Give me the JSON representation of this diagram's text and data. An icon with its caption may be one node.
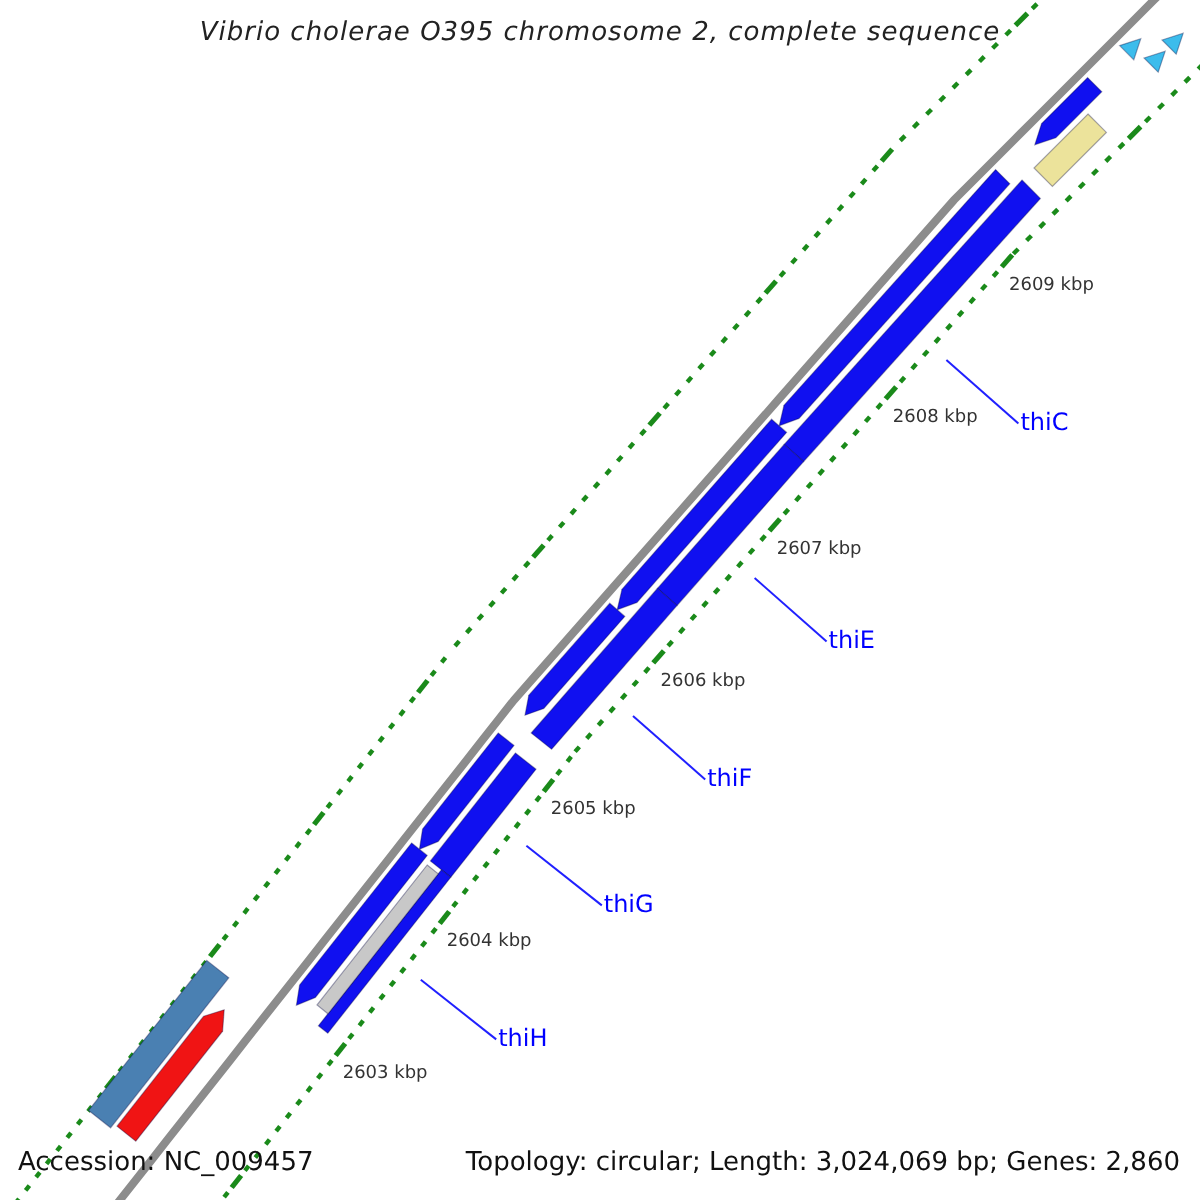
{
  "diagram": {
    "title": "Vibrio cholerae O395 chromosome 2, complete sequence",
    "nodes": [
      {
        "text": [
          "thiC"
        ]
      },
      {
        "text": [
          "thiE"
        ]
      },
      {
        "text": [
          "thiF"
        ]
      },
      {
        "text": [
          "thiG"
        ]
      },
      {
        "text": [
          "thiH"
        ]
      },
      {
        "text": [],
        "shape": "bar"
      },
      {
        "text": [],
        "shape": "bar"
      },
      {
        "text": [],
        "shape": "bar"
      },
      {
        "text": [],
        "shape": "bar"
      },
      {
        "text": [],
        "shape": "bar"
      },
      {
        "text": [],
        "shape": "bar"
      },
      {
        "text": [],
        "shape": "bar"
      },
      {
        "text": [],
        "shape": "bar"
      },
      {
        "text": [],
        "shape": "bar"
      },
      {
        "text": [],
        "shape": "bar"
      },
      {
        "text": [],
        "shape": "bar"
      },
      {
        "text": [],
        "shape": "bar"
      },
      {
        "text": [],
        "shape": "bar"
      },
      {
        "text": [],
        "shape": "bar"
      },
      {
        "text": [],
        "shape": "bar"
      },
      {
        "text": [],
        "shape": "bar"
      },
      {
        "text": [],
        "shape": "bar"
      },
      {
        "text": [],
        "shape": "bar"
      }
    ],
    "edges": [
      {
        "from": 0,
        "to": 11,
        "arrow": "none"
      },
      {
        "from": 1,
        "to": 13,
        "arrow": "none"
      },
      {
        "from": 2,
        "to": 15,
        "arrow": "none"
      },
      {
        "from": 3,
        "to": 17,
        "arrow": "none"
      },
      {
        "from": 4,
        "to": 19,
        "arrow": "none"
      }
    ],
    "labels": [
      "2609 kbp",
      "2608 kbp",
      "2607 kbp",
      "2606 kbp",
      "2605 kbp",
      "2604 kbp",
      "2603 kbp",
      "Accession: NC_009457",
      "Topology: circular; Length: 3,024,069 bp; Genes: 2,860"
    ]
  }
}
